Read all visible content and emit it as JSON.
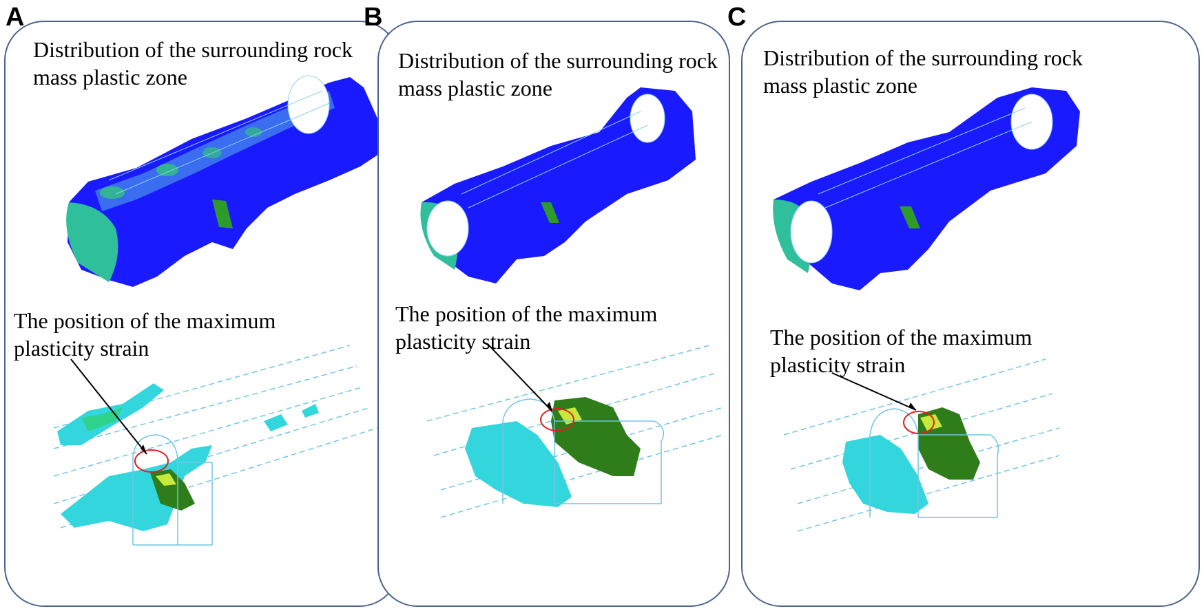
{
  "panels": [
    {
      "letter": "A",
      "title_lines": [
        "Distribution of the surrounding rock",
        "mass plastic zone"
      ],
      "annotation_lines": [
        "The position of the maximum",
        "plasticity strain"
      ]
    },
    {
      "letter": "B",
      "title_lines": [
        "Distribution of the surrounding rock",
        "mass plastic zone"
      ],
      "annotation_lines": [
        "The position of the maximum",
        "plasticity strain"
      ]
    },
    {
      "letter": "C",
      "title_lines": [
        "Distribution of the surrounding rock",
        "mass plastic zone"
      ],
      "annotation_lines": [
        "The position of the maximum",
        "plasticity strain"
      ]
    }
  ],
  "colors": {
    "panel_border": "#4a6291",
    "plastic_zone_blue": "#1a1aff",
    "plastic_zone_dark": "#0a0ad8",
    "strain_green": "#2fd16a",
    "strain_yellow": "#c8e83a",
    "detail_cyan": "#33d6dc",
    "detail_green": "#2e7d1a",
    "highlight_circle": "#e02020",
    "wireframe": "#6fc6e6"
  }
}
